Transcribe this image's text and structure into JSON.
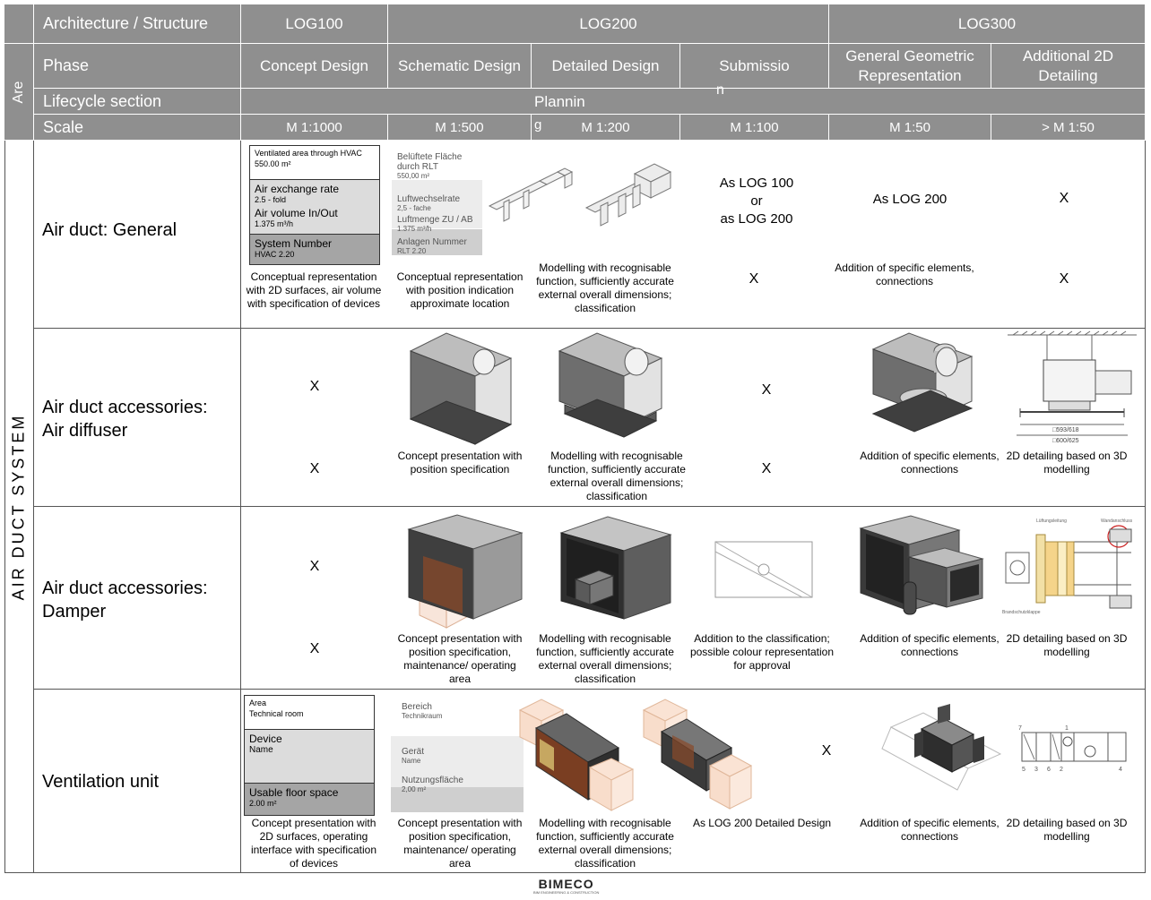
{
  "header": {
    "corner_title": "Architecture / Structure",
    "log100": "LOG100",
    "log200": "LOG200",
    "log300": "LOG300",
    "area_label": "Are",
    "area_fragment": "a",
    "phase_label": "Phase",
    "lifecycle_label": "Lifecycle section",
    "scale_label": "Scale",
    "phases": [
      "Concept Design",
      "Schematic Design",
      "Detailed Design",
      "Submissio",
      "General Geometric Representation",
      "Additional 2D Detailing"
    ],
    "submission_wrap": "n",
    "lifecycle_value": "Plannin",
    "lifecycle_wrap": "g",
    "scales": [
      "M 1:1000",
      "M 1:500",
      "M 1:200",
      "M 1:100",
      "M 1:50",
      "> M 1:50"
    ]
  },
  "side_label": "AIR DUCT SYSTEM",
  "rows": {
    "general": {
      "title": "Air duct: General",
      "card": {
        "area_title": "Ventilated area through HVAC",
        "area_value": "550.00 m²",
        "rate_title": "Air exchange rate",
        "rate_value": "2.5 - fold",
        "volume_title": "Air volume In/Out",
        "volume_value": "1.375 m³/h",
        "system_title": "System Number",
        "system_value": "HVAC 2.20"
      },
      "ghost": {
        "area_title": "Belüftete Fläche durch RLT",
        "area_value": "550,00 m²",
        "rate_title": "Luftwechselrate",
        "rate_value": "2,5 - fache",
        "volume_title": "Luftmenge ZU / AB",
        "volume_value": "1.375 m³/h",
        "system_title": "Anlagen Nummer",
        "system_value": "RLT 2.20"
      },
      "cap_concept": "Conceptual representation with 2D surfaces, air volume with specification of devices",
      "cap_schematic": "Conceptual representation with position indication approximate location",
      "cap_detailed": "Modelling with recognisable function, sufficiently accurate external overall dimensions; classification",
      "submission_text": "As LOG 100\nor\nas LOG 200",
      "submission_mark": "X",
      "general_text": "As LOG 200",
      "general_cap": "Addition of specific elements, connections",
      "additional_mark_top": "X",
      "additional_mark_bottom": "X"
    },
    "diffuser": {
      "title": "Air duct accessories:\nAir diffuser",
      "concept_mark_top": "X",
      "concept_mark_bottom": "X",
      "cap_schematic": "Concept presentation with position specification",
      "cap_detailed": "Modelling with recognisable function, sufficiently accurate external overall dimensions; classification",
      "submission_mark_top": "X",
      "submission_mark_bottom": "X",
      "cap_general": "Addition of specific elements, connections",
      "cap_additional": "2D detailing based on 3D modelling",
      "dim1": "□593/618",
      "dim2": "□600/625"
    },
    "damper": {
      "title": "Air duct accessories:\nDamper",
      "concept_mark_top": "X",
      "concept_mark_bottom": "X",
      "cap_schematic": "Concept presentation with position specification, maintenance/ operating area",
      "cap_detailed": "Modelling with recognisable function, sufficiently accurate external overall dimensions; classification",
      "cap_submission": "Addition to the classification; possible colour representation for approval",
      "cap_general": "Addition of specific elements, connections",
      "cap_additional": "2D detailing based on 3D modelling",
      "detail_label_1": "Lüftungsleitung",
      "detail_label_2": "Wandanschluss",
      "detail_label_3": "Brandschutzklappe"
    },
    "unit": {
      "title": "Ventilation unit",
      "card": {
        "area_title": "Area",
        "area_value": "Technical room",
        "device_title": "Device",
        "device_value": "Name",
        "floor_title": "Usable floor space",
        "floor_value": "2.00 m²"
      },
      "ghost": {
        "area_title": "Bereich",
        "area_value": "Technikraum",
        "device_title": "Gerät",
        "device_value": "Name",
        "floor_title": "Nutzungsfläche",
        "floor_value": "2,00 m²"
      },
      "cap_concept": "Concept presentation with 2D surfaces, operating interface with specification of devices",
      "cap_schematic": "Concept presentation with position specification, maintenance/ operating area",
      "cap_detailed": "Modelling with recognisable function, sufficiently accurate external overall dimensions; classification",
      "submission_mark": "X",
      "cap_submission": "As LOG 200 Detailed Design",
      "cap_general": "Addition of specific elements, connections",
      "cap_additional": "2D detailing based on 3D modelling",
      "schematic_numbers": [
        "7",
        "1",
        "5",
        "3",
        "6",
        "2",
        "4"
      ]
    }
  },
  "footer": {
    "logo": "BIMECO",
    "logo_sub": "BIM ENGINEERING & CONSTRUCTION"
  }
}
